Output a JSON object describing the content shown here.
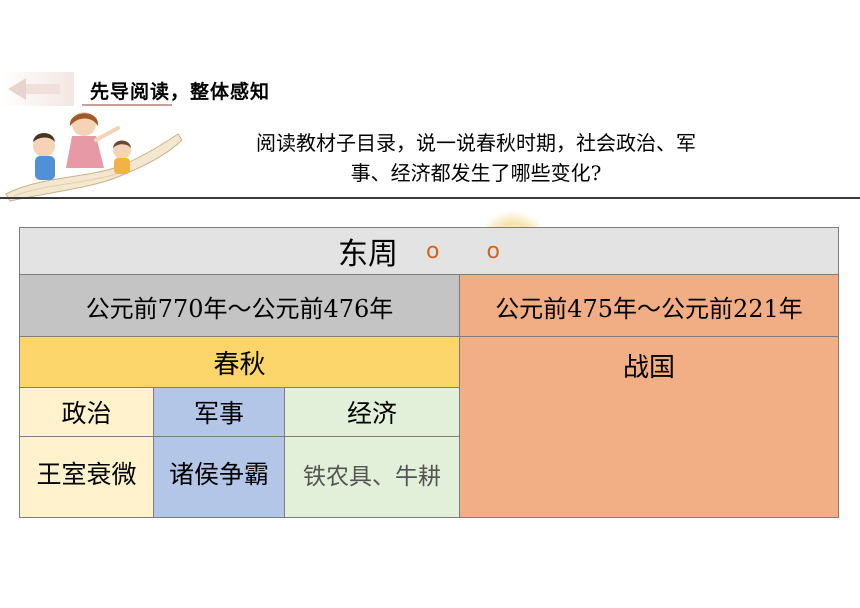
{
  "header": {
    "section_title": "先导阅读，整体感知"
  },
  "prompt": {
    "line1": "阅读教材子目录，说一说春秋时期，社会政治、军",
    "line2": "事、经济都发生了哪些变化?"
  },
  "table": {
    "title": "东周",
    "title_markers": "o o",
    "period_left_dates": "公元前770年～公元前476年",
    "period_right_dates": "公元前475年～公元前221年",
    "period_left_name": "春秋",
    "period_right_name": "战国",
    "columns": [
      "政治",
      "军事",
      "经济"
    ],
    "values": [
      "王室衰微",
      "诸侯争霸",
      "铁农具、牛耕"
    ]
  },
  "colors": {
    "title_bg": "#e3e3e3",
    "left_date_bg": "#c4c4c4",
    "right_bg": "#f1ad84",
    "chunqiu_bg": "#fcd66b",
    "politics_bg": "#fff2cc",
    "military_bg": "#b4c6e7",
    "economy_bg": "#e2efd9",
    "marker_color": "#d2651d"
  }
}
